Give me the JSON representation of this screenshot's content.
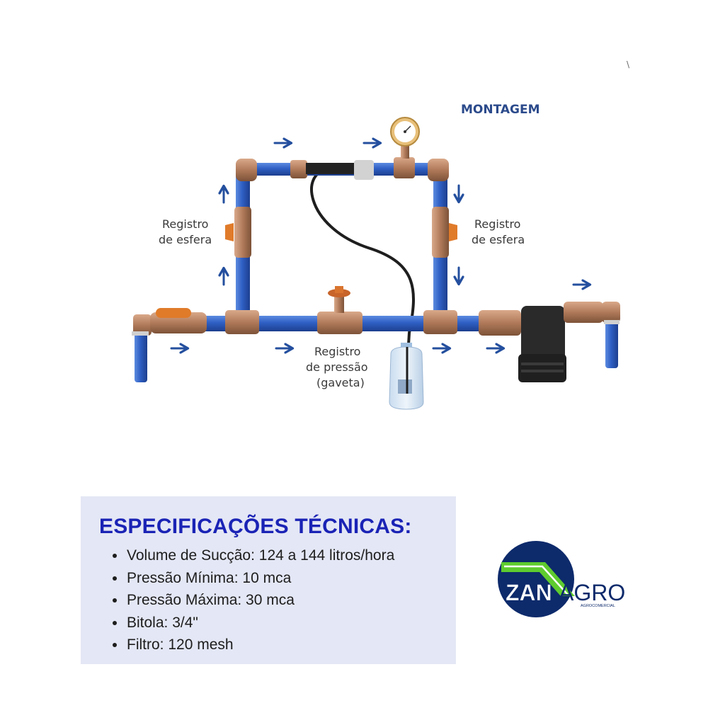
{
  "diagram": {
    "title": "MONTAGEM",
    "labels": {
      "left_valve_line1": "Registro",
      "left_valve_line2": "de esfera",
      "right_valve_line1": "Registro",
      "right_valve_line2": "de esfera",
      "gate_line1": "Registro",
      "gate_line2": "de pressão",
      "gate_line3": "(gaveta)"
    },
    "icons": [
      "flow-arrow-icon",
      "pressure-gauge-icon",
      "ball-valve-icon",
      "gate-valve-icon",
      "bottle-icon",
      "filter-icon"
    ],
    "colors": {
      "pipe": "#2f5fc4",
      "fitting": "#b07a5a",
      "handle": "#e0782a",
      "arrow": "#244f9e"
    }
  },
  "specs": {
    "heading": "ESPECIFICAÇÕES TÉCNICAS:",
    "items": [
      "Volume de Sucção: 124 a 144 litros/hora",
      "Pressão Mínima: 10 mca",
      "Pressão Máxima: 30 mca",
      "Bitola: 3/4\"",
      "Filtro: 120 mesh"
    ]
  },
  "logo": {
    "wordmark_a": "ZAN",
    "wordmark_b": "AGRO",
    "tagline": "AGROCOMERCIAL",
    "colors": {
      "navy": "#0d2a6b",
      "green": "#5ecb2e"
    }
  }
}
